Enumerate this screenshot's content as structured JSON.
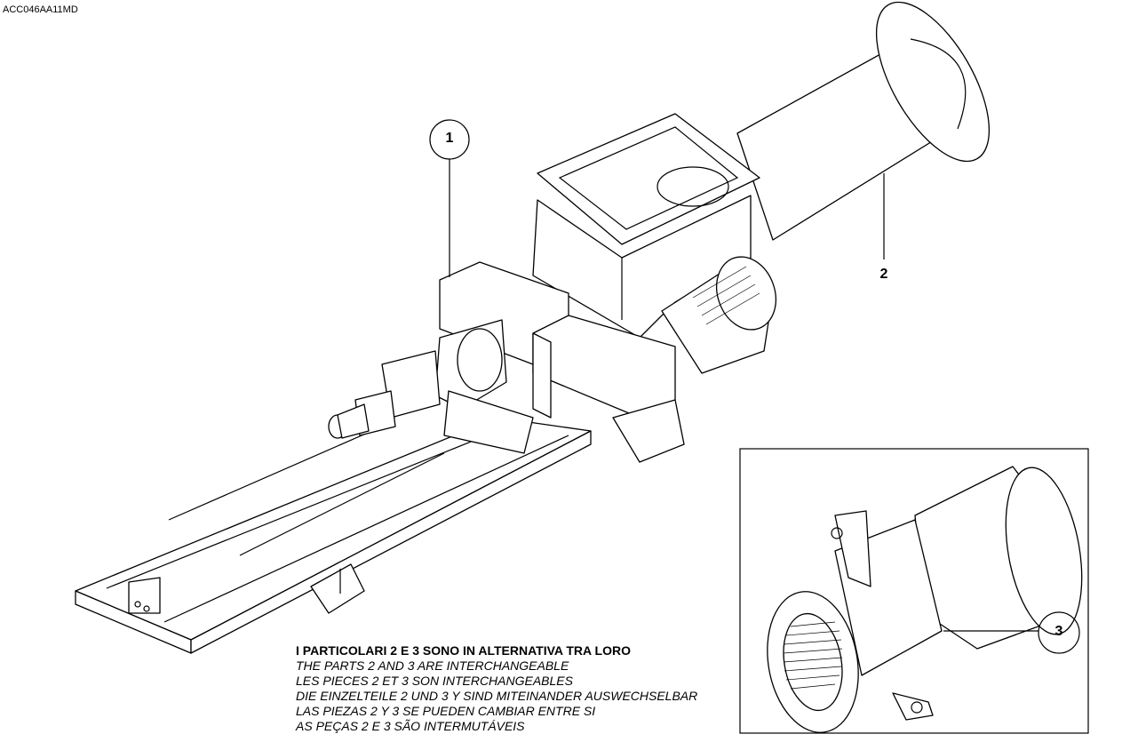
{
  "drawing_code": "ACC046AA11MD",
  "callouts": [
    "1",
    "2",
    "3"
  ],
  "notes": [
    "I PARTICOLARI 2 E 3 SONO IN ALTERNATIVA TRA LORO",
    "THE PARTS 2 AND 3 ARE INTERCHANGEABLE",
    "LES PIECES 2 ET 3 SON INTERCHANGEABLES",
    "DIE EINZELTEILE 2 UND 3 Y SIND MITEINANDER AUSWECHSELBAR",
    "LAS PIEZAS 2 Y 3 SE PUEDEN CAMBIAR ENTRE SI",
    "AS PEÇAS 2 E 3 SÃO INTERMUTÁVEIS"
  ]
}
